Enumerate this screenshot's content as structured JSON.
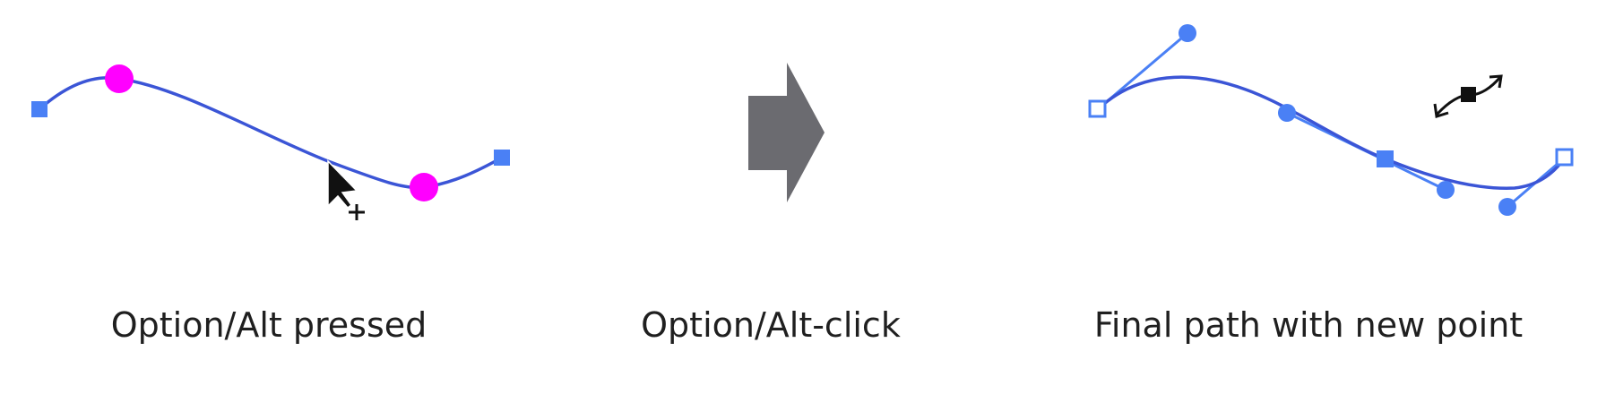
{
  "captions": {
    "step1": "Option/Alt pressed",
    "step2": "Option/Alt-click",
    "step3": "Final path with new point"
  },
  "colors": {
    "path": "#3b55d6",
    "anchor": "#4a80f5",
    "selected_point": "#ff00ff",
    "arrow": "#6b6b70",
    "cursor": "#111111",
    "text": "#1f1f1f"
  },
  "icons": {
    "cursor": "add-anchor-point-cursor-icon",
    "transition": "right-arrow-icon",
    "curve_handle": "curve-adjust-icon"
  }
}
